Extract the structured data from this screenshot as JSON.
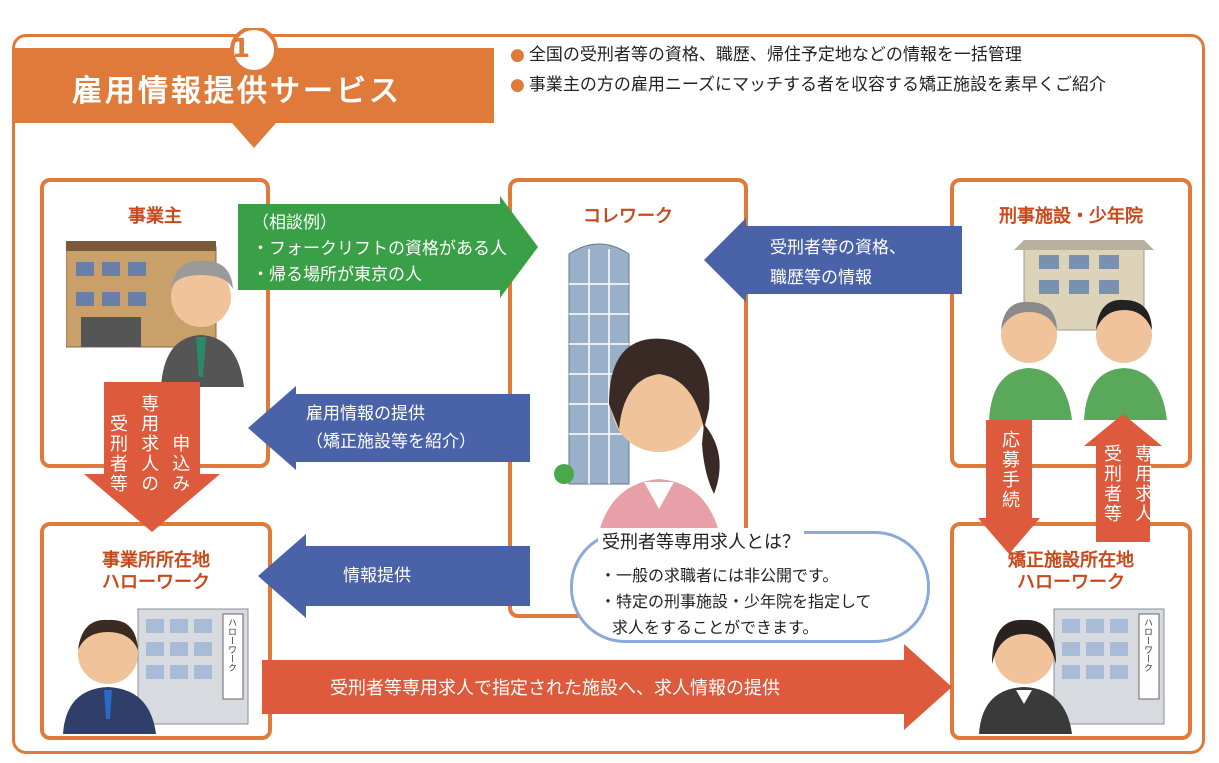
{
  "header": {
    "number": "1",
    "title": "雇用情報提供サービス"
  },
  "bullets": [
    "全国の受刑者等の資格、職歴、帰住予定地などの情報を一括管理",
    "事業主の方の雇用ニーズにマッチする者を収容する矯正施設を素早くご紹介"
  ],
  "boxes": {
    "employer": "事業主",
    "corrework": "コレワーク",
    "facility": "刑事施設・少年院",
    "hw_employer_lines": [
      "事業所所在地",
      "ハローワーク"
    ],
    "hw_facility_lines": [
      "矯正施設所在地",
      "ハローワーク"
    ]
  },
  "arrows": {
    "consult": "（相談例）\n・フォークリフトの資格がある人\n・帰る場所が東京の人",
    "inmate_info": "受刑者等の資格、\n職歴等の情報",
    "employment_info": "雇用情報の提供\n（矯正施設等を紹介）",
    "info_provide": "情報提供",
    "bottom": "受刑者等専用求人で指定された施設へ、求人情報の提供",
    "apply_left_col1": "受刑者等",
    "apply_left_col2": "専用求人の",
    "apply_left_col3": "申込み",
    "apply_proc": "応募手続",
    "right_up_col1": "受刑者等",
    "right_up_col2": "専用求人"
  },
  "bubble": {
    "title": "受刑者等専用求人とは？",
    "line1": "・一般の求職者には非公開です。",
    "line2": "・特定の刑事施設・少年院を指定して",
    "line3": "求人をすることができます。"
  },
  "signs": {
    "hw_sign": "ハローワーク"
  },
  "colors": {
    "orange": "#e07a3a",
    "green": "#3aa047",
    "blue": "#4a63a8",
    "red": "#dd5a3c"
  }
}
